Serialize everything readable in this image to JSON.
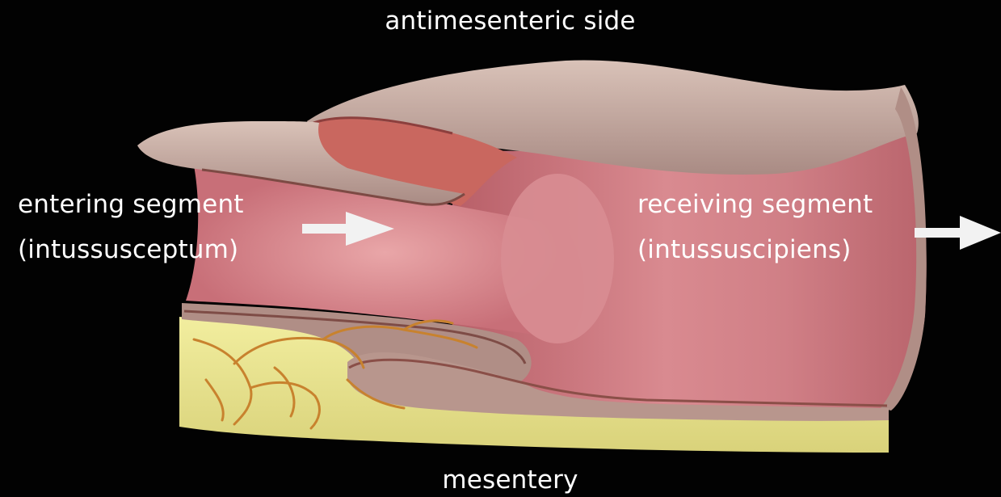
{
  "labels": {
    "top": "antimesenteric side",
    "bottom": "mesentery",
    "entering_line1": "entering segment",
    "entering_line2": "(intussusceptum)",
    "receiving_line1": "receiving segment",
    "receiving_line2": "(intussuscipiens)"
  },
  "colors": {
    "background": "#020202",
    "bowel_lumen": "#cf8086",
    "bowel_wall": "#c4a79e",
    "mesentery_fat": "#e8e39a",
    "blood_vessels": "#c8822e",
    "label_text": "#ffffff",
    "arrows": "#f2f2f2"
  }
}
